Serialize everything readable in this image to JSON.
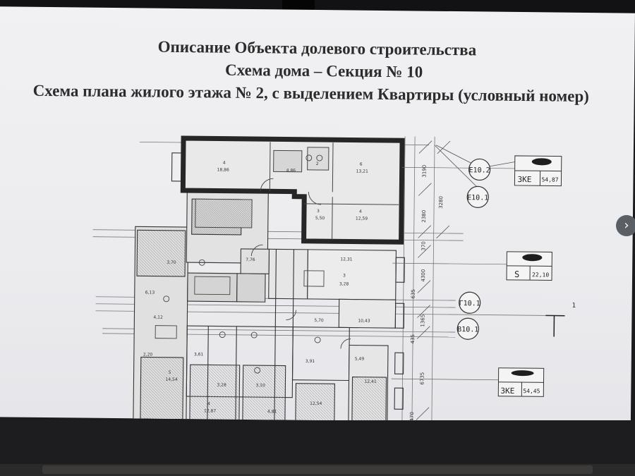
{
  "document": {
    "title_line1": "Описание Объекта долевого строительства",
    "title_line2": "Схема дома – Секция № 10",
    "title_line3": "Схема плана жилого этажа № 2, с выделением Квартиры (условный номер)"
  },
  "plan": {
    "axes": [
      "E10.2",
      "E10.1",
      "Г10.1",
      "В10.1"
    ],
    "section_mark": "1",
    "dimensions": [
      "3190",
      "2380",
      "3280",
      "370",
      "4300",
      "635",
      "1365",
      "435",
      "6735",
      "470"
    ],
    "unit_tags": [
      {
        "prefix": "ЗКЕ",
        "value": "54,87"
      },
      {
        "prefix": "S",
        "value": "22,10"
      },
      {
        "prefix": "ЗКЕ",
        "value": "54,45"
      }
    ],
    "room_labels": [
      "4",
      "18,86",
      "4,86",
      "2",
      "6",
      "13,21",
      "3",
      "5,50",
      "4",
      "12,59",
      "3,70",
      "7,76",
      "12,31",
      "6,13",
      "4,12",
      "5,70",
      "10,43",
      "3",
      "3,28",
      "2,20",
      "3,61",
      "5",
      "14,54",
      "4",
      "12,87",
      "4,81",
      "12,54",
      "12,41",
      "3,28",
      "3,10",
      "3,91",
      "5,49"
    ]
  },
  "ui": {
    "next_arrow": "›"
  },
  "colors": {
    "screen_bg": "#efeff1",
    "ink": "#2c2c2c",
    "highlight": "#262626",
    "hatch": "#8a8a8a"
  }
}
